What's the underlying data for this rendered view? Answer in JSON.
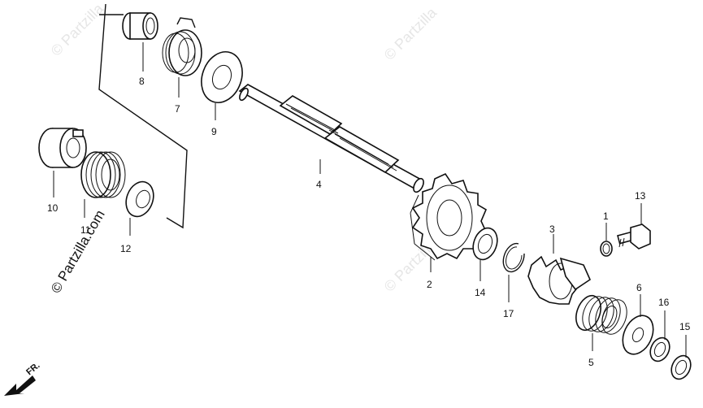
{
  "watermarks": {
    "wm1": "© Partzilla",
    "wm2": "© Partzilla",
    "wm3": "© Partzilla",
    "side": "© Partzilla.com"
  },
  "labels": {
    "p1": "1",
    "p2": "2",
    "p3": "3",
    "p4": "4",
    "p5": "5",
    "p6": "6",
    "p7": "7",
    "p8": "8",
    "p9": "9",
    "p10": "10",
    "p11": "11",
    "p12": "12",
    "p13": "13",
    "p14": "14",
    "p15": "15",
    "p16": "16",
    "p17": "17"
  },
  "direction": {
    "text": "FR."
  },
  "colors": {
    "ink": "#111111",
    "watermark": "#e6e6e6"
  }
}
